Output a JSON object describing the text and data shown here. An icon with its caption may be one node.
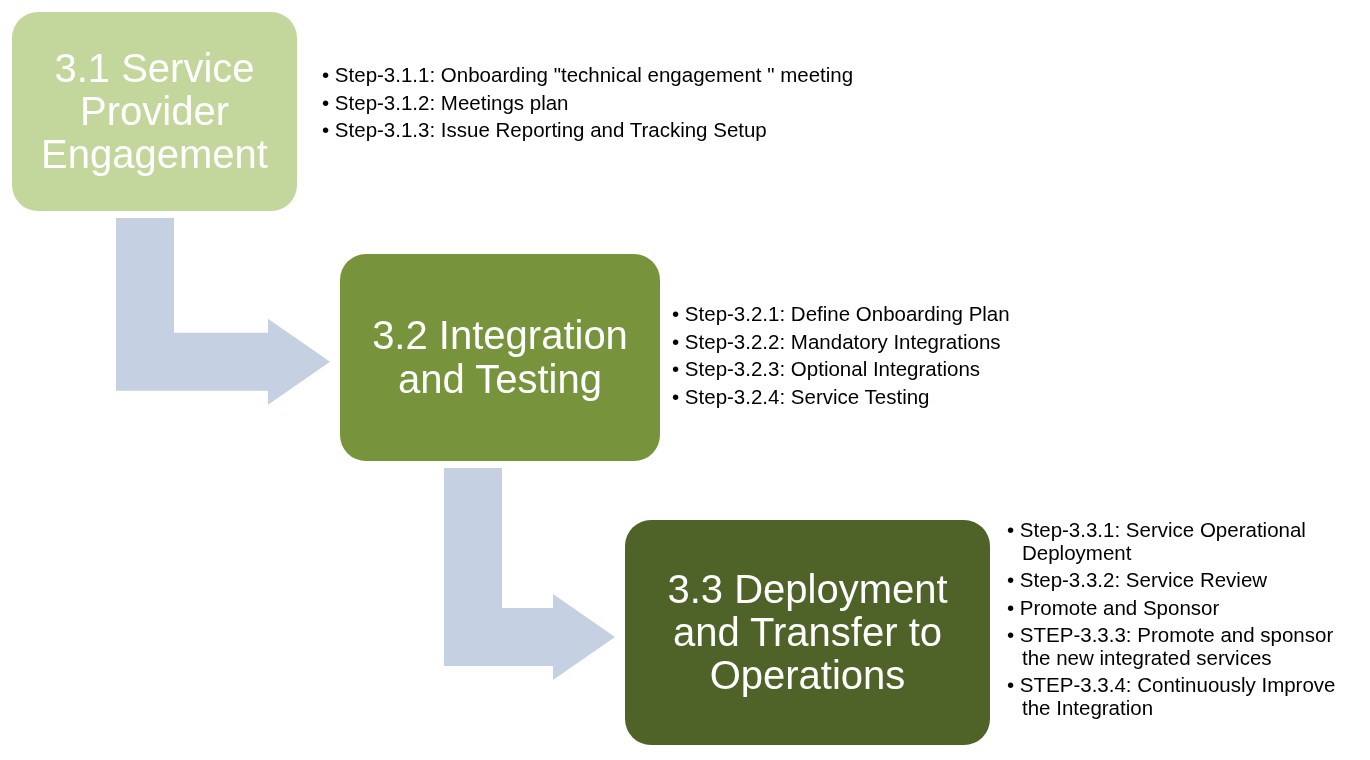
{
  "diagram": {
    "nodes": [
      {
        "text": [
          "3.1 Service Provider Engagement"
        ],
        "beside": [
          "• Step-3.1.1: Onboarding \"technical engagement \" meeting",
          "• Step-3.1.2: Meetings plan",
          "• Step-3.1.3: Issue Reporting and Tracking Setup"
        ]
      },
      {
        "text": [
          "3.2 Integration and Testing"
        ],
        "beside": [
          "• Step-3.2.1: Define Onboarding Plan",
          "• Step-3.2.2: Mandatory Integrations",
          "• Step-3.2.3: Optional Integrations",
          "• Step-3.2.4: Service Testing"
        ]
      },
      {
        "text": [
          "3.3 Deployment and Transfer to Operations"
        ],
        "beside": [
          "• Step-3.3.1: Service Operational Deployment",
          "• Step-3.3.2: Service Review",
          "• Promote and Sponsor",
          "• STEP-3.3.3: Promote and sponsor the new integrated services",
          "• STEP-3.3.4: Continuously Improve the Integration"
        ]
      }
    ],
    "edges": [
      {
        "from": 0,
        "to": 1,
        "arrow": "to",
        "style": "thick"
      },
      {
        "from": 1,
        "to": 2,
        "arrow": "to",
        "style": "thick"
      }
    ]
  }
}
